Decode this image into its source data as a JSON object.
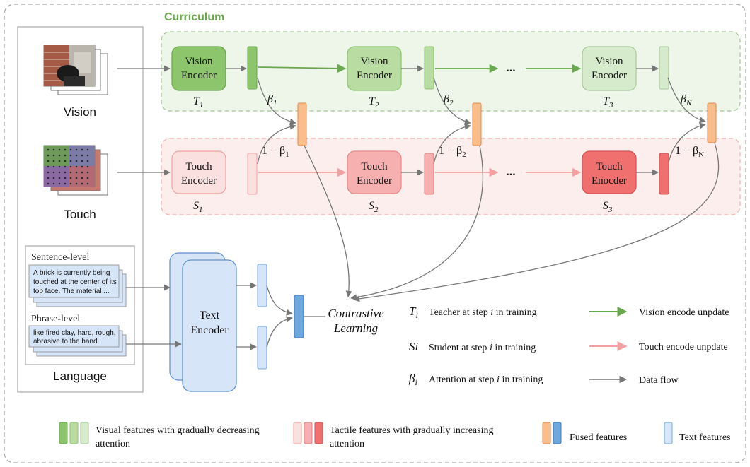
{
  "curriculum_title": "Curriculum",
  "modalities": {
    "vision": "Vision",
    "touch": "Touch",
    "language": "Language"
  },
  "vision_row": {
    "encoders": [
      {
        "line1": "Vision",
        "line2": "Encoder",
        "label": "T",
        "sub": "1"
      },
      {
        "line1": "Vision",
        "line2": "Encoder",
        "label": "T",
        "sub": "2"
      },
      {
        "line1": "Vision",
        "line2": "Encoder",
        "label": "T",
        "sub": "3"
      }
    ],
    "betas": [
      {
        "sym": "β",
        "sub": "1"
      },
      {
        "sym": "β",
        "sub": "2"
      },
      {
        "sym": "β",
        "sub": "N"
      }
    ],
    "ellipsis": "..."
  },
  "touch_row": {
    "encoders": [
      {
        "line1": "Touch",
        "line2": "Encoder",
        "label": "S",
        "sub": "1"
      },
      {
        "line1": "Touch",
        "line2": "Encoder",
        "label": "S",
        "sub": "2"
      },
      {
        "line1": "Touch",
        "line2": "Enocder",
        "label": "S",
        "sub": "3"
      }
    ],
    "one_minus": [
      {
        "text": "1 − β",
        "sub": "1"
      },
      {
        "text": "1 − β",
        "sub": "2"
      },
      {
        "text": "1 − β",
        "sub": "N"
      }
    ],
    "ellipsis": "..."
  },
  "language_panel": {
    "sentence_heading": "Sentence-level",
    "sentence_lines": [
      "A brick is currently being",
      "touched at the center of its",
      "top face. The material ..."
    ],
    "phrase_heading": "Phrase-level",
    "phrase_lines": [
      "like fired clay, hard, rough,",
      "abrasive to the hand"
    ]
  },
  "text_encoder": {
    "line1": "Text",
    "line2": "Encoder"
  },
  "contrastive": {
    "line1": "Contrastive",
    "line2": "Learning"
  },
  "notation": [
    {
      "sym": "T",
      "sub": "i",
      "desc_before": "Teacher at step ",
      "desc_var": "i",
      "desc_after": " in training"
    },
    {
      "sym": "Si",
      "sub": "",
      "desc_before": "Student at step ",
      "desc_var": "i",
      "desc_after": " in training"
    },
    {
      "sym": "β",
      "sub": "i",
      "desc_before": "Attention at step ",
      "desc_var": "i",
      "desc_after": " in training"
    }
  ],
  "arrow_legend": [
    {
      "label": "Vision encode unpdate",
      "color": "#6aa84f"
    },
    {
      "label": "Touch encode unpdate",
      "color": "#f4a0a0"
    },
    {
      "label": "Data flow",
      "color": "#777777"
    }
  ],
  "bottom_legend": {
    "visual_line1": "Visual features with gradually decreasing",
    "visual_line2": "attention",
    "tactile_line1": "Tactile features with gradually increasing",
    "tactile_line2": "attention",
    "fused": "Fused features",
    "text": "Text features"
  },
  "colors": {
    "vision_green_1": "#8cc56b",
    "vision_green_2": "#b9dca3",
    "vision_green_3": "#d6ebcb",
    "touch_red_1": "#fbe0e0",
    "touch_red_2": "#f6b0b0",
    "touch_red_3": "#f07070",
    "fused_orange": "#f9be8c",
    "fused_blue": "#6fa8dc",
    "text_blue": "#d7e5f8",
    "curriculum_green": "#6aa84f"
  }
}
